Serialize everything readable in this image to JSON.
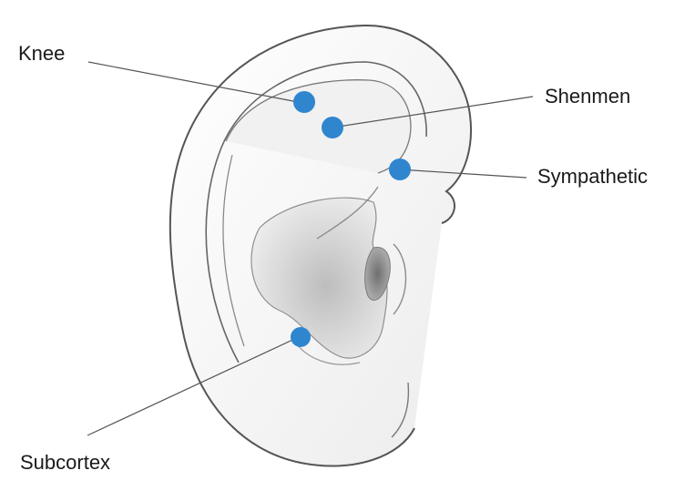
{
  "points": [
    {
      "id": "knee",
      "label": "Knee"
    },
    {
      "id": "shenmen",
      "label": "Shenmen"
    },
    {
      "id": "sympathetic",
      "label": "Sympathetic"
    },
    {
      "id": "subcortex",
      "label": "Subcortex"
    }
  ],
  "colors": {
    "point": "#2f86cf",
    "ear_fill": "#f6f6f6",
    "ear_outline": "#555555",
    "shadow": "#d6d6d6",
    "leader_line": "#555555"
  }
}
